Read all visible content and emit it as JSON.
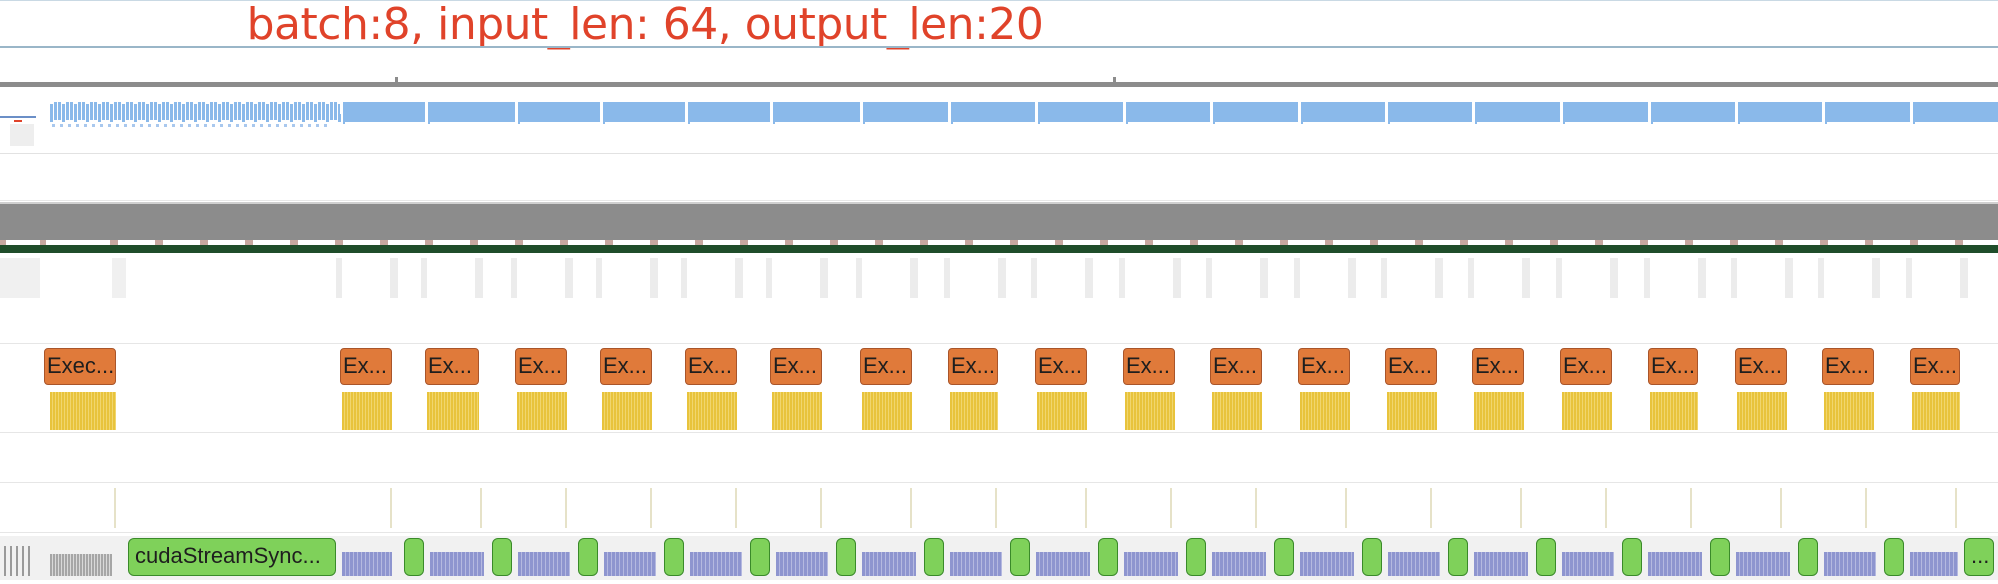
{
  "annotation": {
    "title": "batch:8, input_len: 64, output_len:20"
  },
  "colors": {
    "title_red": "#e0432a",
    "overview_blue": "#8ab9ea",
    "track_gray": "#8c8c8c",
    "dark_green": "#1f4d2a",
    "exec_orange": "#e07a3a",
    "kernel_yellow": "#e8c33c",
    "sync_green": "#7fd15a",
    "memcpy_purple": "#8e95cf"
  },
  "timeline": {
    "exec_first_label": "Exec...",
    "exec_label": "Ex...",
    "sync_label": "cudaStreamSync...",
    "last_green_label": "..."
  }
}
